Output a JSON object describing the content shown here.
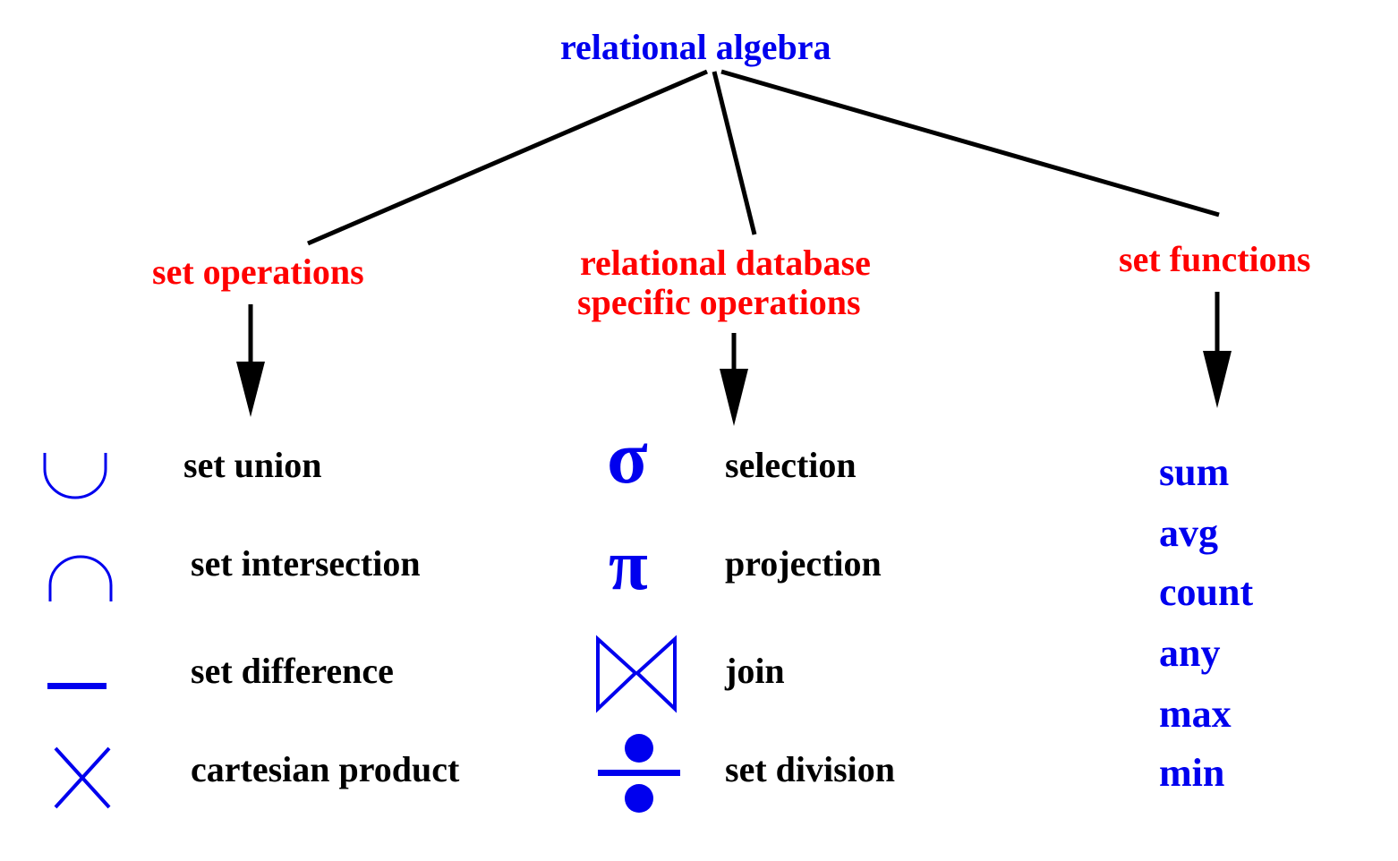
{
  "colors": {
    "root": "#0000ee",
    "category": "#ff0000",
    "item": "#000000",
    "symbol": "#0000ee",
    "function": "#0000ee",
    "line": "#000000"
  },
  "root": {
    "label": "relational algebra"
  },
  "categories": {
    "set_operations": {
      "label": "set operations",
      "items": [
        {
          "symbol": "union-icon",
          "label": "set union"
        },
        {
          "symbol": "intersection-icon",
          "label": "set intersection"
        },
        {
          "symbol": "difference-icon",
          "label": "set difference"
        },
        {
          "symbol": "cartesian-product-icon",
          "label": "cartesian product"
        }
      ]
    },
    "relational_specific": {
      "label_line1": "relational database",
      "label_line2": "specific operations",
      "items": [
        {
          "symbol": "sigma",
          "glyph": "σ",
          "label": "selection"
        },
        {
          "symbol": "pi",
          "glyph": "π",
          "label": "projection"
        },
        {
          "symbol": "join-icon",
          "label": "join"
        },
        {
          "symbol": "division-icon",
          "label": "set division"
        }
      ]
    },
    "set_functions": {
      "label": "set functions",
      "items": [
        "sum",
        "avg",
        "count",
        "any",
        "max",
        "min"
      ]
    }
  }
}
